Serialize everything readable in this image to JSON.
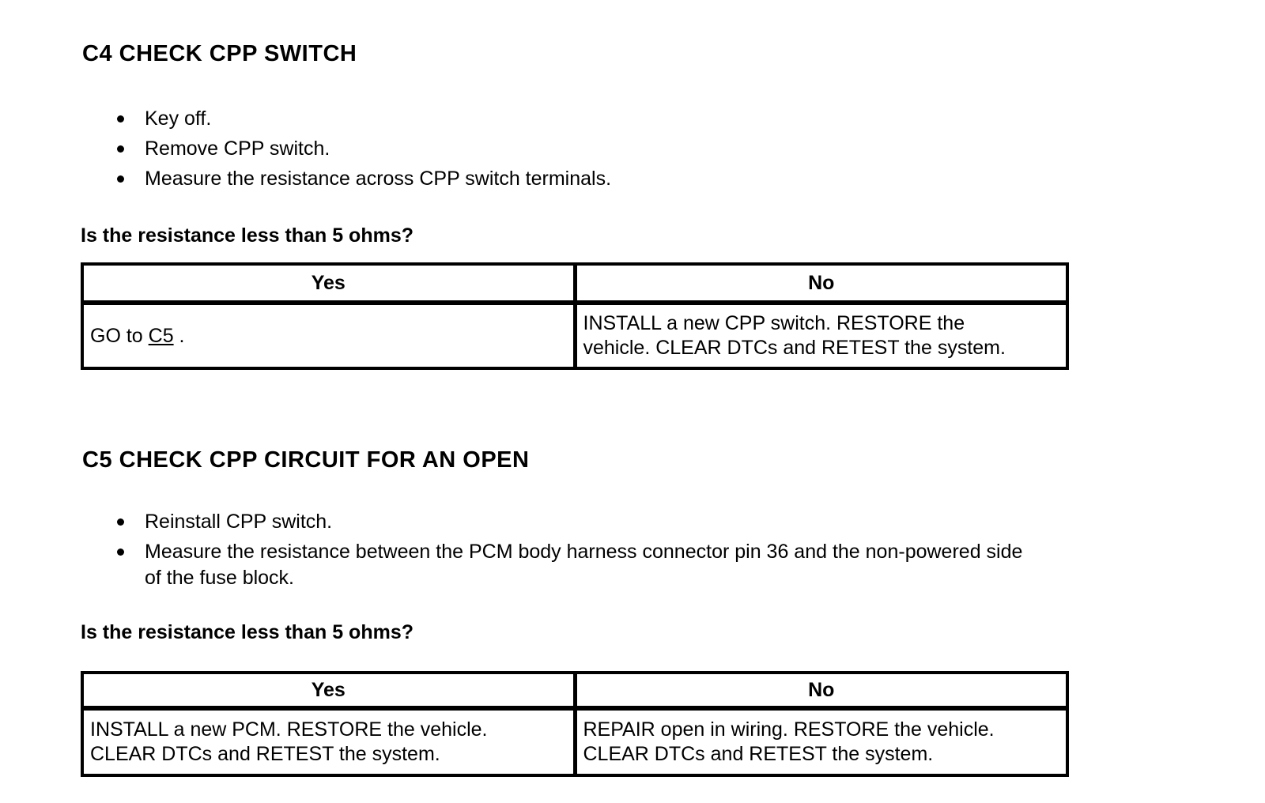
{
  "page": {
    "background_color": "#ffffff",
    "text_color": "#000000"
  },
  "sections": [
    {
      "id": "C4",
      "heading": "C4 CHECK CPP SWITCH",
      "steps": [
        "Key off.",
        "Remove CPP switch.",
        "Measure the resistance across CPP switch terminals."
      ],
      "question": "Is the resistance less than 5 ohms?",
      "result_table": {
        "headers": [
          "Yes",
          "No"
        ],
        "yes_prefix": "GO to ",
        "yes_link": "C5",
        "yes_suffix": " .",
        "no_action": "INSTALL a new CPP switch. RESTORE the\nvehicle. CLEAR DTCs and RETEST the system."
      }
    },
    {
      "id": "C5",
      "heading": "C5 CHECK CPP CIRCUIT FOR AN OPEN",
      "steps": [
        "Reinstall CPP switch.",
        "Measure the resistance between the PCM body harness connector pin 36 and the non-powered side\nof the fuse block."
      ],
      "question": "Is the resistance less than 5 ohms?",
      "result_table": {
        "headers": [
          "Yes",
          "No"
        ],
        "yes_action": "INSTALL a new PCM. RESTORE the vehicle.\nCLEAR DTCs and RETEST the system.",
        "no_action": "REPAIR open in wiring. RESTORE the vehicle.\nCLEAR DTCs and RETEST the system."
      }
    }
  ]
}
